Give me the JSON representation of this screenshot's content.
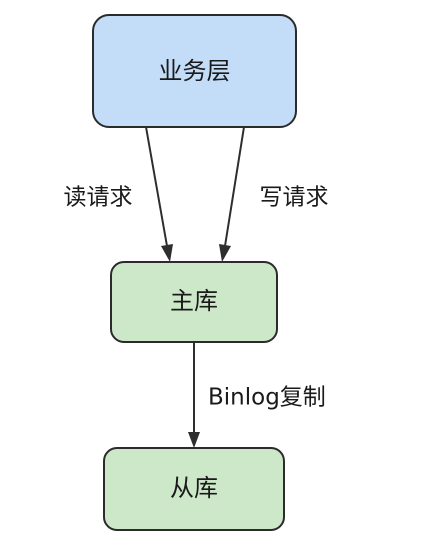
{
  "nodes": {
    "business": {
      "label": "业务层",
      "fill": "#c3ddf8"
    },
    "master": {
      "label": "主库",
      "fill": "#cde8c9"
    },
    "slave": {
      "label": "从库",
      "fill": "#cde8c9"
    }
  },
  "edges": {
    "read": {
      "label": "读请求"
    },
    "write": {
      "label": "写请求"
    },
    "binlog": {
      "label": "Binlog复制"
    }
  }
}
